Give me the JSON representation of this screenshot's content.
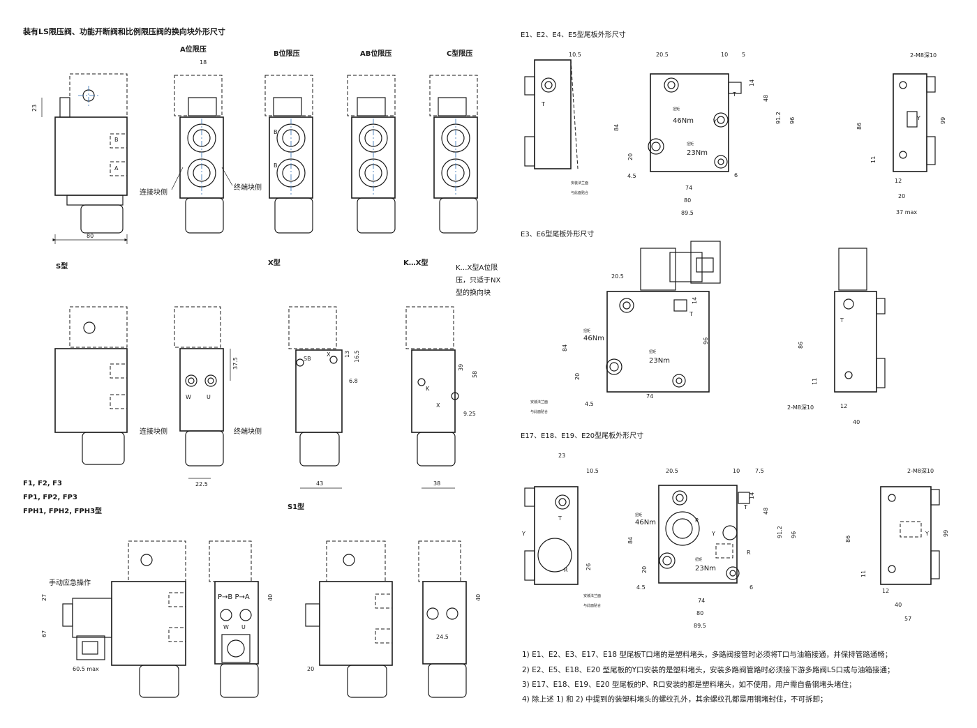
{
  "left": {
    "title": "装有LS限压阀、功能开断阀和比例限压阀的换向块外形尺寸",
    "col_headers": [
      "A位限压",
      "B位限压",
      "AB位限压",
      "C型限压"
    ],
    "dim_18": "18",
    "dim_23": "23",
    "dim_80": "80",
    "port_b": "B",
    "port_a": "A",
    "connect_side": "连接块侧",
    "end_side": "终端块侧",
    "s_type": "S型",
    "x_type": "X型",
    "kx_type": "K…X型",
    "kx_note": [
      "K…X型A位限",
      "压，只适于NX",
      "型的换向块"
    ],
    "dim_37_5": "37.5",
    "port_w": "W",
    "port_u": "U",
    "dim_22_5": "22.5",
    "port_sb": "SB",
    "port_x": "X",
    "port_k": "K",
    "dim_13": "13",
    "dim_16_5": "16.5",
    "dim_6_8": "6.8",
    "dim_43": "43",
    "dim_39": "39",
    "dim_58": "58",
    "dim_9_25": "9.25",
    "dim_38": "38",
    "f_types": [
      "F1, F2, F3",
      "FP1, FP2, FP3",
      "FPH1, FPH2, FPH3型"
    ],
    "s1_type": "S1型",
    "manual_op": "手动应急操作",
    "dim_27": "27",
    "dim_67": "67",
    "dim_60_5": "60.5 max",
    "flow_label": "P→B P→A",
    "dim_40": "40",
    "dim_20": "20",
    "dim_24_5": "24.5"
  },
  "right": {
    "e1_title": "E1、E2、E4、E5型尾板外形尺寸",
    "e3_title": "E3、E6型尾板外形尺寸",
    "e17_title": "E17、E18、E19、E20型尾板外形尺寸",
    "d_10_5": "10.5",
    "d_20_5": "20.5",
    "d_10": "10",
    "d_5": "5",
    "d_7_5": "7.5",
    "d_14": "14",
    "d_48": "48",
    "d_84": "84",
    "d_91_2": "91.2",
    "d_96": "96",
    "d_99": "99",
    "d_86": "86",
    "d_20": "20",
    "d_4_5": "4.5",
    "d_74": "74",
    "d_80": "80",
    "d_89_5": "89.5",
    "d_6": "6",
    "d_11": "11",
    "d_12": "12",
    "d_23": "23",
    "d_26": "26",
    "d_40": "40",
    "d_57": "57",
    "d_37max": "37 max",
    "thread": "2-M8深10",
    "torque1_cap": "扭矩",
    "torque1": "46Nm",
    "torque2_cap": "扭矩",
    "torque2": "23Nm",
    "port_t": "T",
    "port_y": "Y",
    "port_p": "P",
    "port_r": "R",
    "install_a": "安装法兰面",
    "install_b": "与此面贴合",
    "notes": [
      "1)   E1、E2、E3、E17、E18 型尾板T口堵的是塑料堵头，多路阀接管时必须将T口与油箱接通，并保持管路通畅；",
      "2)   E2、E5、E18、E20 型尾板的Y口安装的是塑料堵头，安装多路阀管路时必须接下游多路阀LS口或与油箱接通；",
      "3)   E17、E18、E19、E20 型尾板的P、R口安装的都是塑料堵头，如不使用，用户需自备钢堵头堵住；",
      "4)   除上述 1)  和 2)   中提到的装塑料堵头的螺纹孔外，其余螺纹孔都是用钢堵封住，不可拆卸；"
    ]
  }
}
